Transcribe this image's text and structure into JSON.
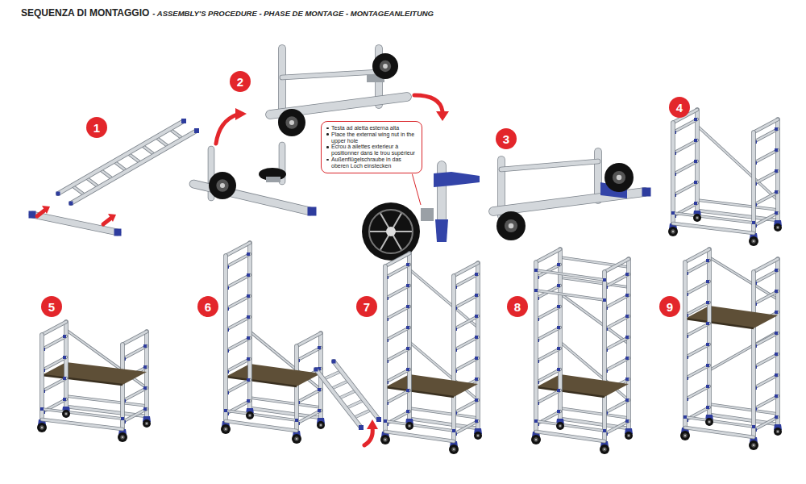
{
  "diagram": {
    "title": "SEQUENZA DI MONTAGGIO",
    "nodes": [
      {
        "text": [
          "1"
        ]
      },
      {
        "text": [
          "2"
        ]
      },
      {
        "text": [
          "Testa ad aletta esterna alta",
          "Place the external wing nut in the upper hole",
          "Écrou à ailettes exterieur à positionner dans le trou supérieur",
          "Außenflügelschraube in das oberen Loch einstecken"
        ]
      },
      {
        "text": [
          "3"
        ]
      },
      {
        "text": [
          "4"
        ]
      },
      {
        "text": [
          "5"
        ]
      },
      {
        "text": [
          "6"
        ]
      },
      {
        "text": [
          "7"
        ]
      },
      {
        "text": [
          "8"
        ]
      },
      {
        "text": [
          "9"
        ]
      }
    ],
    "labels": [
      "- ASSEMBLY'S PROCEDURE - PHASE DE MONTAGE - MONTAGEANLEITUNG"
    ]
  }
}
